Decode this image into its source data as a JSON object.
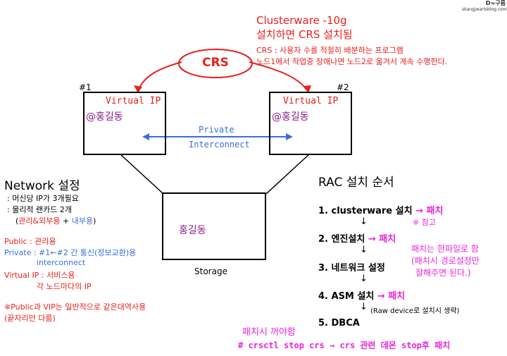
{
  "corner_logo": {
    "line1": "D=구름",
    "line2": "skangjwartsblog.com"
  },
  "header": {
    "title": "Clusterware -10g",
    "subtitle": "설치하면 CRS 설치됨",
    "crs_desc1": "CRS : 사용자 수를 적절히 배분하는 프로그램",
    "crs_desc2": "노드1에서 작업중 장애나면 노드2로 옮겨서 계속 수행한다."
  },
  "crs_label": "CRS",
  "node1": {
    "tag": "#1",
    "vip": "Virtual IP",
    "owner": "@홍길동"
  },
  "node2": {
    "tag": "#2",
    "vip": "Virtual IP",
    "owner": "@홍길동"
  },
  "interconnect": {
    "line1": "Private",
    "line2": "Interconnect"
  },
  "storage": {
    "owner": "홍길동",
    "label": "Storage"
  },
  "network": {
    "title": "Network 설정",
    "line1": ": 머신당 IP가 3개필요",
    "line2": ": 물리적 랜카드 2개",
    "line3_open": "(",
    "line3_a": "관리&외부용",
    "line3_plus": " + ",
    "line3_b": "내부용",
    "line3_close": ")",
    "public_key": "Public",
    "public_val": " : 관리용",
    "private_key": "Private",
    "private_val": " : #1←#2 간 통신(정보교환)용",
    "private_val2": "interconnect",
    "vip_key": "Virtual IP",
    "vip_val": " : 서비스용",
    "vip_val2": "각 노드마다의 IP",
    "note1": "※Public과 VIP는 일반적으로 같은대역사용",
    "note2": "(끝자리만 다름)"
  },
  "rac": {
    "title": "RAC 설치 순서",
    "step1": "1. clusterware 설치",
    "step1_patch": "→ 패치",
    "step1_note": "※ 참고",
    "step2": "2. 엔진설치",
    "step2_patch": "→ 패치",
    "step2_note1": "패치는 한파일로 함",
    "step2_note2": "(패치시 경로설정만",
    "step2_note3": "잘해주면 된다.)",
    "step3": "3. 네트워크 설정",
    "step4": "4. ASM 설치",
    "step4_patch": "→ 패치",
    "step4_note": "(Raw device로 설치시 생략)",
    "step5": "5. DBCA",
    "arrow": "↓"
  },
  "footer": {
    "note": "패치시 꺼야함",
    "cmd": "# crsctl stop crs → crs 관련 데몬 stop후 패치"
  }
}
